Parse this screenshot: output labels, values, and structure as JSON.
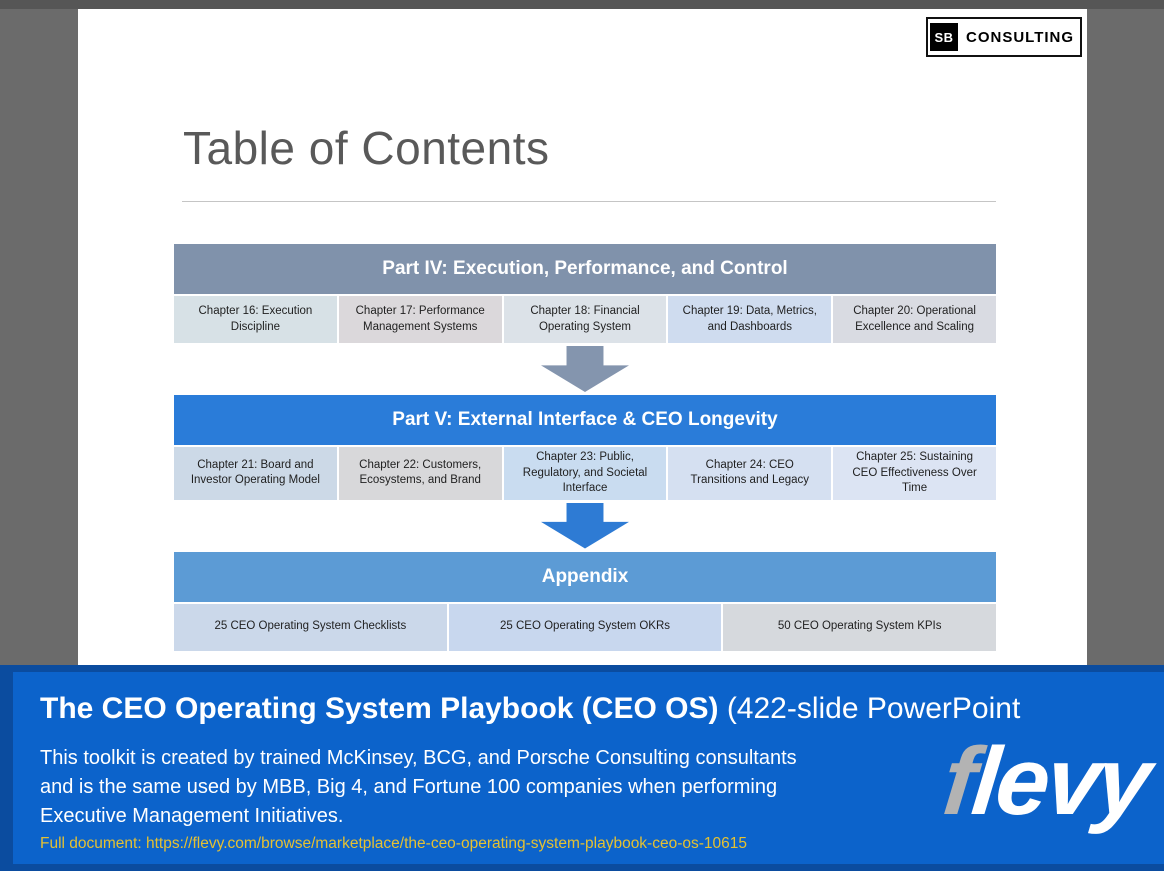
{
  "colors": {
    "page_bg": "#6B6B6B",
    "top_strip": "#565656",
    "slide_bg": "#FFFFFF",
    "part4_header_bg": "#8092AB",
    "part4_arrow": "#8495AE",
    "part5_header_bg": "#2A7CD9",
    "part5_arrow": "#2E7BD4",
    "appendix_header_bg": "#5C9BD5",
    "banner_outer": "#0B4C9F",
    "banner_inner": "#0C63CB",
    "link_yellow": "#E5C132",
    "flevy_f_gray": "#B3B3B3"
  },
  "slide": {
    "vendor_logo": {
      "badge": "SB",
      "name": "CONSULTING"
    },
    "title": "Table of Contents",
    "sections": [
      {
        "header": "Part IV: Execution, Performance, and Control",
        "items": [
          {
            "label": "Chapter 16: Execution Discipline",
            "bg": "#D7E1E6"
          },
          {
            "label": "Chapter 17: Performance Management Systems",
            "bg": "#DBD8DB"
          },
          {
            "label": "Chapter 18: Financial Operating System",
            "bg": "#DCE2E8"
          },
          {
            "label": "Chapter 19: Data, Metrics, and Dashboards",
            "bg": "#CFDCEF"
          },
          {
            "label": "Chapter 20: Operational Excellence and Scaling",
            "bg": "#D9DBE2"
          }
        ]
      },
      {
        "header": "Part V: External Interface & CEO Longevity",
        "items": [
          {
            "label": "Chapter 21: Board and Investor Operating Model",
            "bg": "#CCD9E7"
          },
          {
            "label": "Chapter 22: Customers, Ecosystems, and Brand",
            "bg": "#D8D8DA"
          },
          {
            "label": "Chapter 23: Public, Regulatory, and Societal Interface",
            "bg": "#C9DCF0"
          },
          {
            "label": "Chapter 24: CEO Transitions and Legacy",
            "bg": "#D5E0F1"
          },
          {
            "label": "Chapter 25: Sustaining CEO Effectiveness Over Time",
            "bg": "#DCE4F3"
          }
        ]
      },
      {
        "header": "Appendix",
        "items": [
          {
            "label": "25 CEO Operating System Checklists",
            "bg": "#CBD8EA"
          },
          {
            "label": "25 CEO Operating System OKRs",
            "bg": "#C8D7EE"
          },
          {
            "label": "50 CEO Operating System KPIs",
            "bg": "#D6D9DD"
          }
        ]
      }
    ]
  },
  "banner": {
    "title_bold": "The CEO Operating System Playbook (CEO OS)",
    "title_regular": " (422-slide PowerPoint",
    "description_lines": [
      "This toolkit is created by trained McKinsey, BCG, and Porsche Consulting consultants",
      "and is the same used by MBB, Big 4, and Fortune 100 companies when performing",
      "Executive Management Initiatives."
    ],
    "link": "Full document: https://flevy.com/browse/marketplace/the-ceo-operating-system-playbook-ceo-os-10615",
    "logo": {
      "f": "f",
      "levy": "levy"
    }
  }
}
